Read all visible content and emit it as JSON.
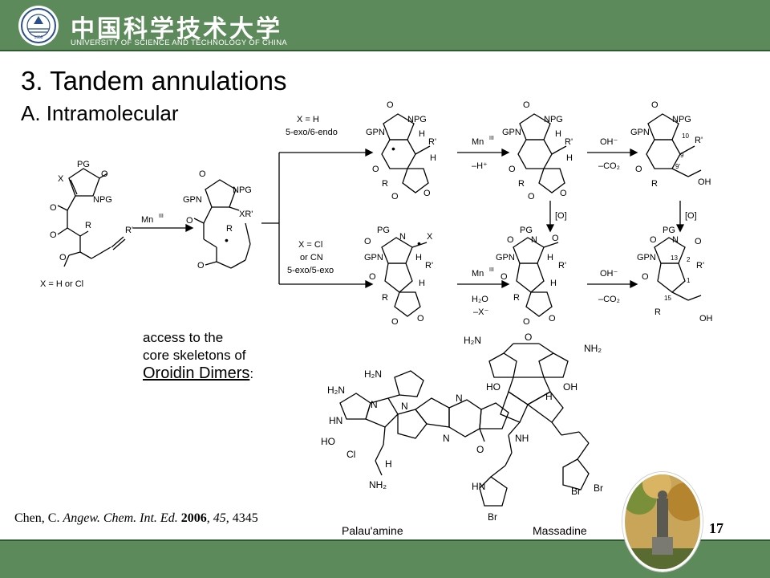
{
  "header": {
    "university_cn": "中国科学技术大学",
    "university_en": "UNIVERSITY OF SCIENCE AND TECHNOLOGY OF CHINA",
    "logo_year": "1958"
  },
  "slide": {
    "title": "3. Tandem annulations",
    "subtitle": "A. Intramolecular",
    "page_number": "17",
    "citation": {
      "author": "Chen, C.",
      "journal": "Angew. Chem. Int. Ed.",
      "year": "2006",
      "volume": "45",
      "pages": "4345"
    },
    "note": {
      "line1": "access to the",
      "line2": "core skeletons of",
      "line3": "Oroidin Dimers",
      "colon": ":"
    }
  },
  "scheme": {
    "reagents": {
      "mn": "Mn",
      "mn_sup": "III",
      "h_loss": "–H⁺",
      "oh": "OH⁻",
      "co2": "–CO₂",
      "ox": "[O]",
      "h2o": "H₂O",
      "x_loss": "–X⁻"
    },
    "conditions": {
      "upper_x": "X = H",
      "upper_mode": "5-exo/6-endo",
      "lower_x1": "X = Cl",
      "lower_x2": "or CN",
      "lower_mode": "5-exo/5-exo",
      "start_x": "X = H or Cl"
    },
    "atoms": {
      "O": "O",
      "PG": "PG",
      "N": "N",
      "NPG": "NPG",
      "GPN": "GPN",
      "X": "X",
      "R": "R",
      "Rp": "R'",
      "XRp": "XR'",
      "H": "H",
      "OH": "OH",
      "n10": "10",
      "n9": "9",
      "n9p": "9'",
      "n13": "13",
      "n2": "2",
      "n1": "1",
      "n15": "15"
    },
    "natural": {
      "palau": "Palau'amine",
      "massadine": "Massadine",
      "H2N": "H₂N",
      "NH2": "NH₂",
      "NH": "NH",
      "HN": "HN",
      "N": "N",
      "HO": "HO",
      "OH": "OH",
      "Cl": "Cl",
      "H": "H",
      "O": "O",
      "Br": "Br"
    }
  }
}
